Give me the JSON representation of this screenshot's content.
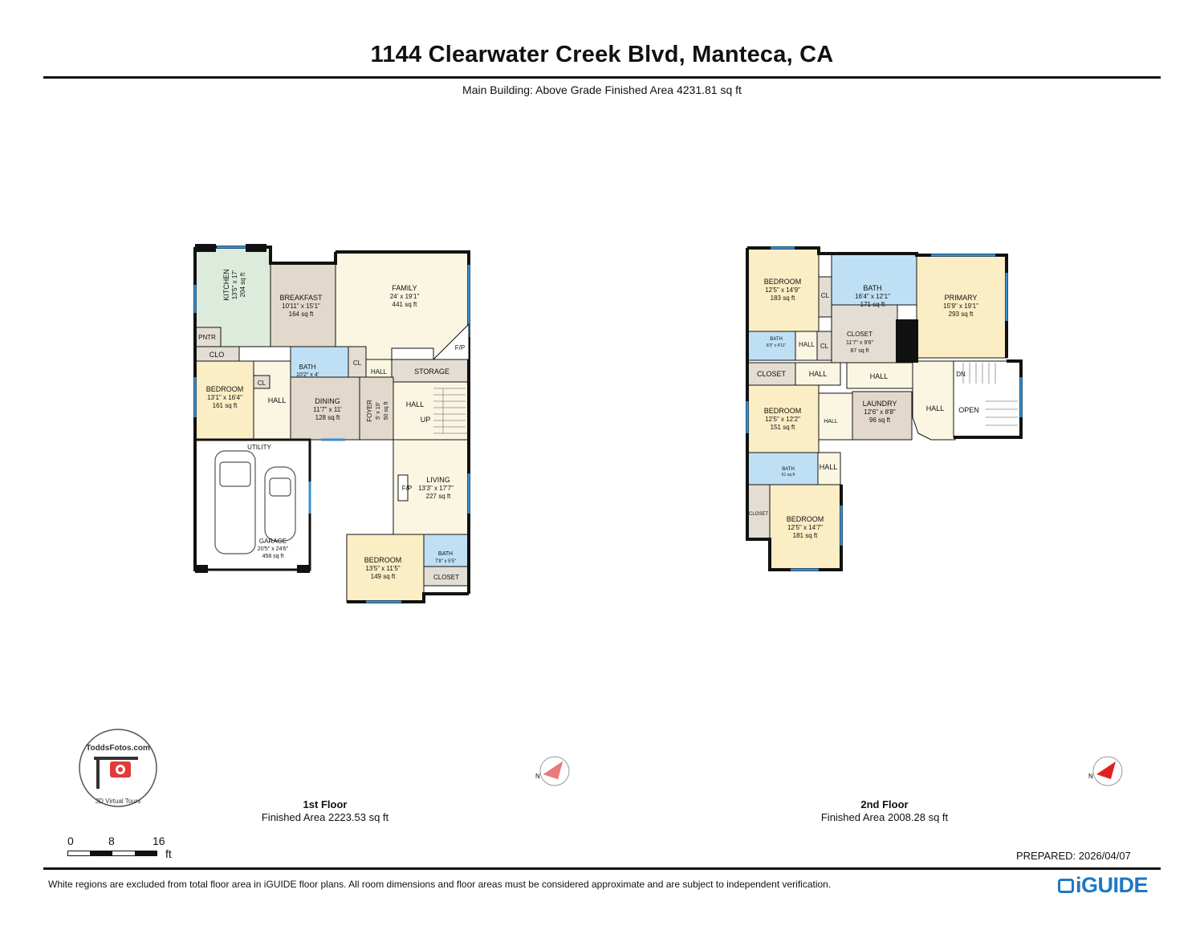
{
  "header": {
    "title": "1144 Clearwater Creek Blvd, Manteca, CA",
    "subtitle": "Main Building: Above Grade Finished Area 4231.81 sq ft"
  },
  "colors": {
    "wall": "#111111",
    "window": "#3a8fd0",
    "bedroom": "#fbedc4",
    "living": "#fbf6e2",
    "bath": "#bfe0f4",
    "kitchen": "#dcebdc",
    "dining": "#e2d9cc",
    "utility": "#e3ddd3",
    "excluded": "#ffffff"
  },
  "floors": [
    {
      "name": "1st Floor",
      "area": "Finished Area 2223.53 sq ft",
      "rooms": [
        {
          "name": "KITCHEN",
          "dims": "13'5\" x 17'",
          "area": "204 sq ft"
        },
        {
          "name": "BREAKFAST",
          "dims": "10'11\" x 15'1\"",
          "area": "164 sq ft"
        },
        {
          "name": "FAMILY",
          "dims": "24' x 19'1\"",
          "area": "441 sq ft"
        },
        {
          "name": "F/P",
          "dims": "",
          "area": ""
        },
        {
          "name": "PNTR",
          "dims": "",
          "area": ""
        },
        {
          "name": "CLO",
          "dims": "",
          "area": ""
        },
        {
          "name": "BEDROOM",
          "dims": "13'1\" x 16'4\"",
          "area": "161 sq ft"
        },
        {
          "name": "CL",
          "dims": "",
          "area": ""
        },
        {
          "name": "HALL",
          "dims": "",
          "area": ""
        },
        {
          "name": "BATH",
          "dims": "10'2\" x 4'",
          "area": ""
        },
        {
          "name": "CL",
          "dims": "",
          "area": ""
        },
        {
          "name": "HALL",
          "dims": "",
          "area": ""
        },
        {
          "name": "STORAGE",
          "dims": "",
          "area": ""
        },
        {
          "name": "DINING",
          "dims": "11'7\" x 11'",
          "area": "128 sq ft"
        },
        {
          "name": "FOYER",
          "dims": "5' x 10'",
          "area": "50 sq ft"
        },
        {
          "name": "HALL",
          "dims": "",
          "area": ""
        },
        {
          "name": "UP",
          "dims": "",
          "area": ""
        },
        {
          "name": "UTILITY",
          "dims": "",
          "area": ""
        },
        {
          "name": "LIVING",
          "dims": "13'3\" x 17'7\"",
          "area": "227 sq ft"
        },
        {
          "name": "F/P",
          "dims": "",
          "area": ""
        },
        {
          "name": "GARAGE",
          "dims": "20'5\" x 24'6\"",
          "area": "458 sq ft"
        },
        {
          "name": "BEDROOM",
          "dims": "13'5\" x 11'5\"",
          "area": "149 sq ft"
        },
        {
          "name": "BATH",
          "dims": "7'8\" x 5'5\"",
          "area": ""
        },
        {
          "name": "CLOSET",
          "dims": "",
          "area": ""
        }
      ]
    },
    {
      "name": "2nd Floor",
      "area": "Finished Area 2008.28 sq ft",
      "rooms": [
        {
          "name": "BEDROOM",
          "dims": "12'5\" x 14'9\"",
          "area": "183 sq ft"
        },
        {
          "name": "CL",
          "dims": "",
          "area": ""
        },
        {
          "name": "BATH",
          "dims": "16'4\" x 12'1\"",
          "area": "171 sq ft"
        },
        {
          "name": "PRIMARY",
          "dims": "15'9\" x 19'1\"",
          "area": "293 sq ft"
        },
        {
          "name": "BATH",
          "dims": "8'3\" x 4'11\"",
          "area": ""
        },
        {
          "name": "HALL",
          "dims": "",
          "area": ""
        },
        {
          "name": "CL",
          "dims": "",
          "area": ""
        },
        {
          "name": "CLOSET",
          "dims": "11'7\" x 9'6\"",
          "area": "87 sq ft"
        },
        {
          "name": "CLOSET",
          "dims": "",
          "area": ""
        },
        {
          "name": "HALL",
          "dims": "",
          "area": ""
        },
        {
          "name": "HALL",
          "dims": "",
          "area": ""
        },
        {
          "name": "DN",
          "dims": "",
          "area": ""
        },
        {
          "name": "BEDROOM",
          "dims": "12'5\" x 12'2\"",
          "area": "151 sq ft"
        },
        {
          "name": "HALL",
          "dims": "",
          "area": ""
        },
        {
          "name": "LAUNDRY",
          "dims": "12'6\" x 8'8\"",
          "area": "96 sq ft"
        },
        {
          "name": "HALL",
          "dims": "",
          "area": ""
        },
        {
          "name": "OPEN",
          "dims": "",
          "area": ""
        },
        {
          "name": "BATH",
          "dims": "61 sq ft",
          "area": ""
        },
        {
          "name": "HALL",
          "dims": "",
          "area": ""
        },
        {
          "name": "CLOSET",
          "dims": "",
          "area": ""
        },
        {
          "name": "BEDROOM",
          "dims": "12'5\" x 14'7\"",
          "area": "181 sq ft"
        }
      ]
    }
  ],
  "compass": {
    "label": "N"
  },
  "logo": {
    "top_text": "ToddsFotos.com",
    "bottom_text": "3D Virtual Tours"
  },
  "scale_bar": {
    "ticks": [
      "0",
      "8",
      "16"
    ],
    "unit": "ft"
  },
  "footer": {
    "prepared": "PREPARED: 2026/04/07",
    "disclaimer": "White regions are excluded from total floor area in iGUIDE floor plans. All room dimensions and floor areas must be considered approximate and are subject to independent verification.",
    "brand": "iGUIDE"
  }
}
